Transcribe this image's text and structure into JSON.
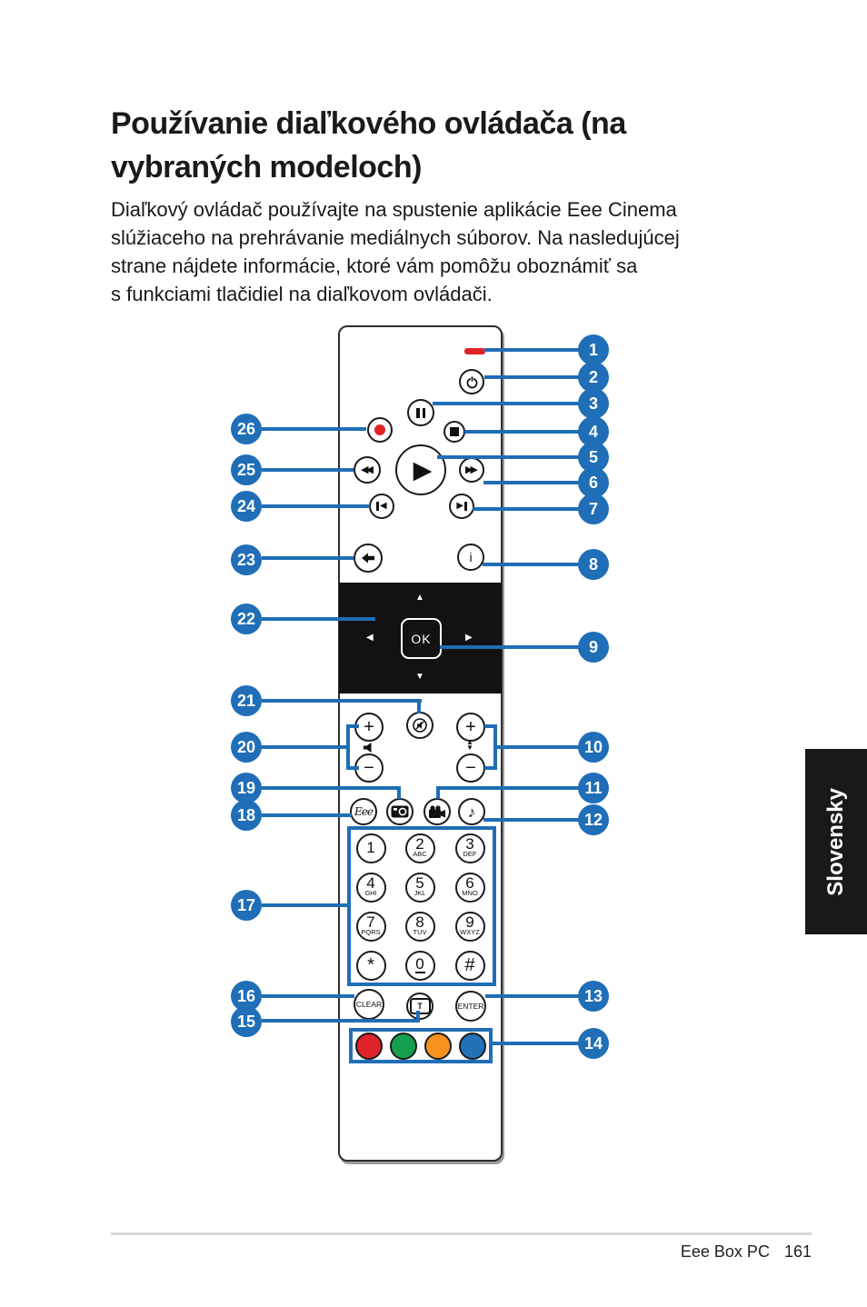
{
  "page": {
    "title_lines": [
      "Používanie diaľkového ovládača (na",
      "vybraných modeloch)"
    ],
    "intro_lines": [
      "Diaľkový ovládač používajte na spustenie aplikácie Eee Cinema",
      "slúžiaceho na prehrávanie mediálnych súborov. Na nasledujúcej",
      "strane nájdete informácie, ktoré vám pomôžu oboznámiť sa",
      "s funkciami tlačidiel na diaľkovom ovládači."
    ],
    "language_tab": "Slovensky",
    "footer": {
      "product": "Eee Box PC",
      "page_number": "161"
    }
  },
  "remote": {
    "ok_label": "OK",
    "clear_label": "CLEAR",
    "enter_label": "ENTER",
    "eee_label": "Eee",
    "teletext_label": "T",
    "plus_label": "+",
    "minus_label": "−",
    "keypad": [
      {
        "digit": "1",
        "letters": ""
      },
      {
        "digit": "2",
        "letters": "ABC"
      },
      {
        "digit": "3",
        "letters": "DEF"
      },
      {
        "digit": "4",
        "letters": "GHI"
      },
      {
        "digit": "5",
        "letters": "JKL"
      },
      {
        "digit": "6",
        "letters": "MNO"
      },
      {
        "digit": "7",
        "letters": "PQRS"
      },
      {
        "digit": "8",
        "letters": "TUV"
      },
      {
        "digit": "9",
        "letters": "WXYZ"
      },
      {
        "digit": "*",
        "letters": ""
      },
      {
        "digit": "0",
        "letters": "",
        "underline": true
      },
      {
        "digit": "#",
        "letters": ""
      }
    ],
    "color_buttons": [
      {
        "name": "red-button",
        "color": "#e0222a"
      },
      {
        "name": "green-button",
        "color": "#14a04f"
      },
      {
        "name": "orange-button",
        "color": "#f6921e"
      },
      {
        "name": "blue-button",
        "color": "#2272b8"
      }
    ],
    "icons": {
      "play": "▶",
      "rewind": "◀◀",
      "fast_forward": "▶▶",
      "prev_triangle": "◀",
      "next_triangle": "▶",
      "up": "▲",
      "down": "▼",
      "left": "◀",
      "right": "▶",
      "music_note": "♪",
      "info": "i"
    }
  },
  "callouts": [
    "1",
    "2",
    "3",
    "4",
    "5",
    "6",
    "7",
    "8",
    "9",
    "10",
    "11",
    "12",
    "13",
    "14",
    "15",
    "16",
    "17",
    "18",
    "19",
    "20",
    "21",
    "22",
    "23",
    "24",
    "25",
    "26"
  ],
  "colors": {
    "callout_blue": "#1f6eb7",
    "led_red": "#e32228"
  }
}
